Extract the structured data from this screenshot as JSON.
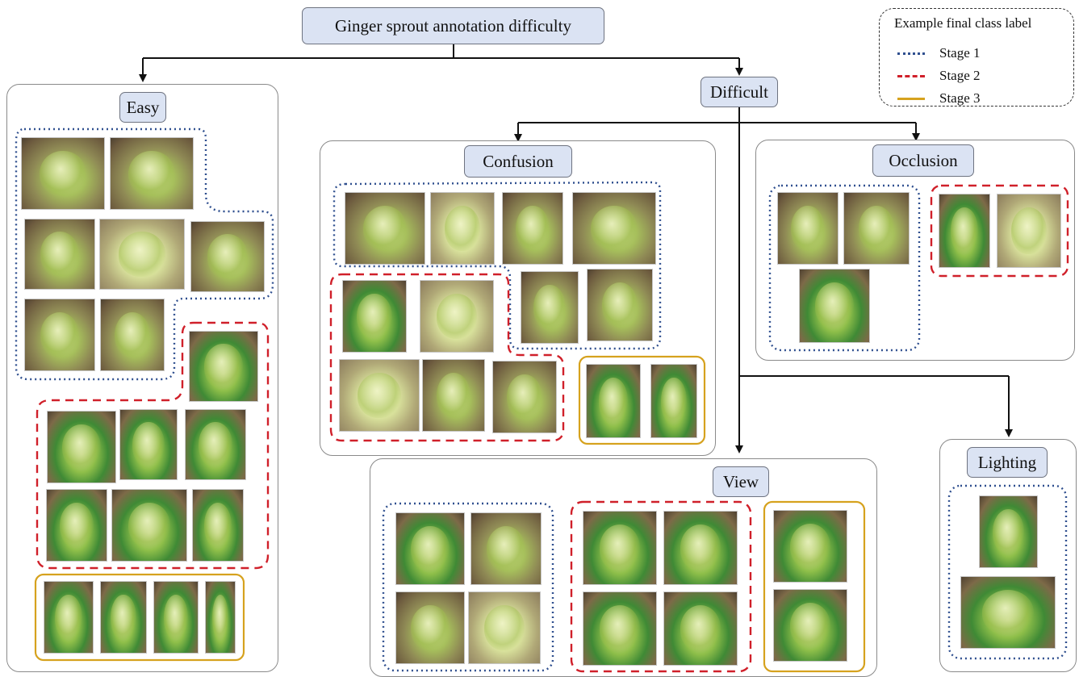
{
  "diagram": {
    "root": {
      "label": "Ginger sprout annotation difficulty"
    },
    "easy": {
      "label": "Easy"
    },
    "difficult": {
      "label": "Difficult"
    },
    "confusion": {
      "label": "Confusion"
    },
    "occlusion": {
      "label": "Occlusion"
    },
    "view": {
      "label": "View"
    },
    "lighting": {
      "label": "Lighting"
    }
  },
  "legend": {
    "title": "Example final class label",
    "items": [
      {
        "label": "Stage 1",
        "style": "dotted",
        "color": "#2f4f8f"
      },
      {
        "label": "Stage 2",
        "style": "dashed",
        "color": "#d0202a"
      },
      {
        "label": "Stage 3",
        "style": "solid",
        "color": "#d6a21e"
      }
    ]
  },
  "colors": {
    "node_fill": "#dbe3f3",
    "node_border": "#6e7380",
    "panel_border": "#8a8a8a",
    "connector": "#111111"
  },
  "icons": {
    "photo": "ginger-sprout-photo-icon"
  }
}
